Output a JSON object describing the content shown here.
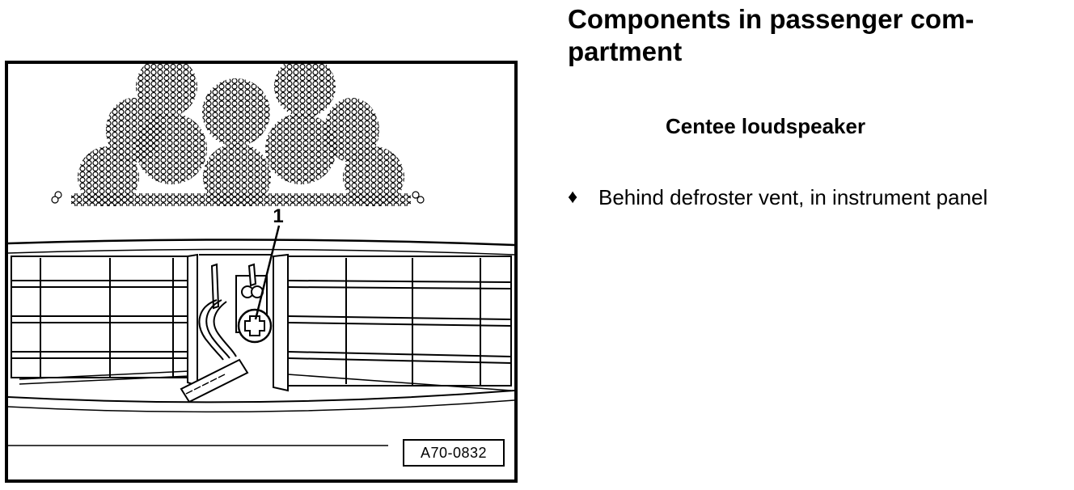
{
  "document": {
    "title": "Components in passenger com-\npartment",
    "section_heading": "Centee loudspeaker",
    "bullets": [
      {
        "glyph": "♦",
        "text": "Behind defroster vent, in instrument panel"
      }
    ]
  },
  "figure": {
    "reference_code": "A70-0832",
    "callouts": [
      {
        "number": "1"
      }
    ]
  }
}
